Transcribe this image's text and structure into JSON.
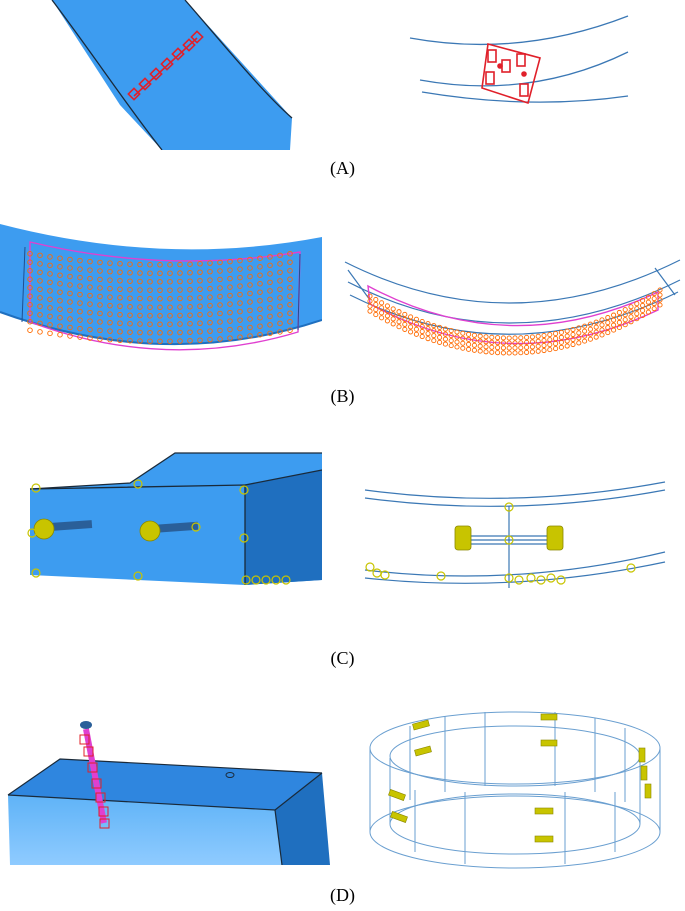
{
  "figure": {
    "captions": {
      "a": "(A)",
      "b": "(B)",
      "c": "(C)",
      "d": "(D)"
    }
  },
  "colors": {
    "solid_blue": "#3d9cf0",
    "solid_blue_dark": "#1f6fbf",
    "edge_dark": "#1a2a3a",
    "wire_blue": "#3b78b5",
    "red_marker": "#e0202a",
    "orange_nodes": "#ff6a00",
    "magenta_outline": "#e040d0",
    "yellow_markers": "#c8c400",
    "olive_bolt": "#b8b400"
  }
}
